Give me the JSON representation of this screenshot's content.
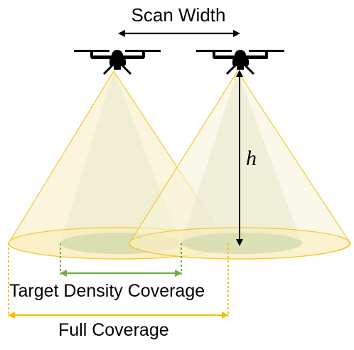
{
  "labels": {
    "scan_width": "Scan Width",
    "height": "h",
    "target_density_coverage": "Target Density Coverage",
    "full_coverage": "Full Coverage"
  },
  "colors": {
    "cone_fill": "#fbf3d8",
    "cone_edge": "#f3c830",
    "inner_cone": "#eeeecf",
    "ellipse_fill": "#fbecb5",
    "target_ellipse": "#cfd9a9",
    "target_arrow": "#70ad47",
    "full_arrow": "#f5c000",
    "drone": "#000000"
  },
  "icons": [
    "drone-icon"
  ]
}
